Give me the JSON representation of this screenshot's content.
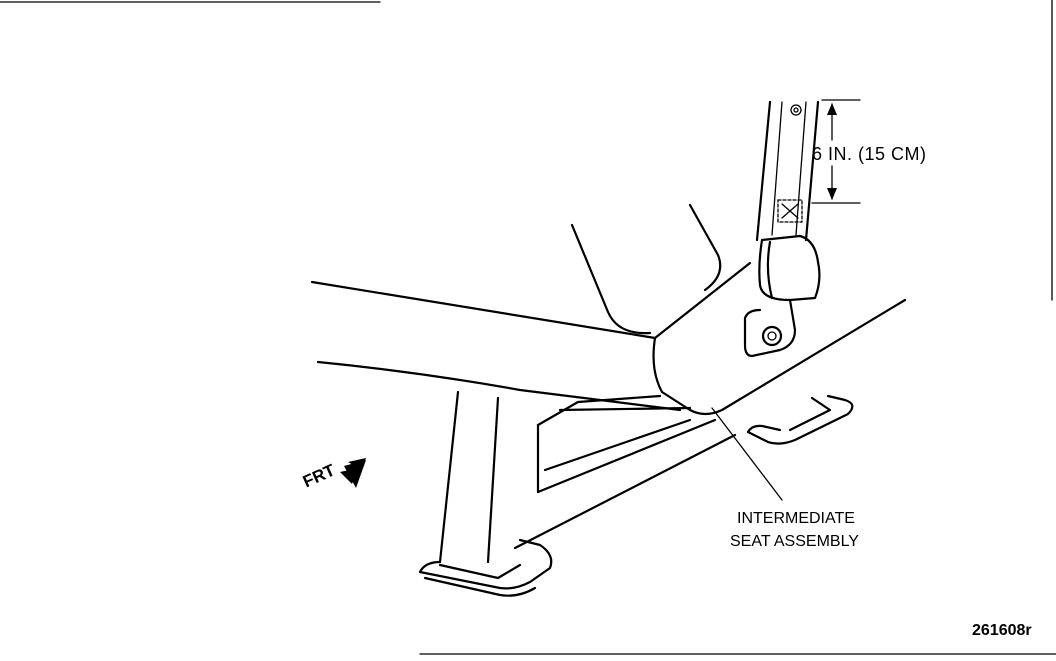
{
  "dimension": {
    "label": "6 IN. (15 CM)"
  },
  "callout": {
    "line1": "INTERMEDIATE",
    "line2": "SEAT ASSEMBLY"
  },
  "front_marker": {
    "label": "FRT"
  },
  "figure_number": "261608r"
}
